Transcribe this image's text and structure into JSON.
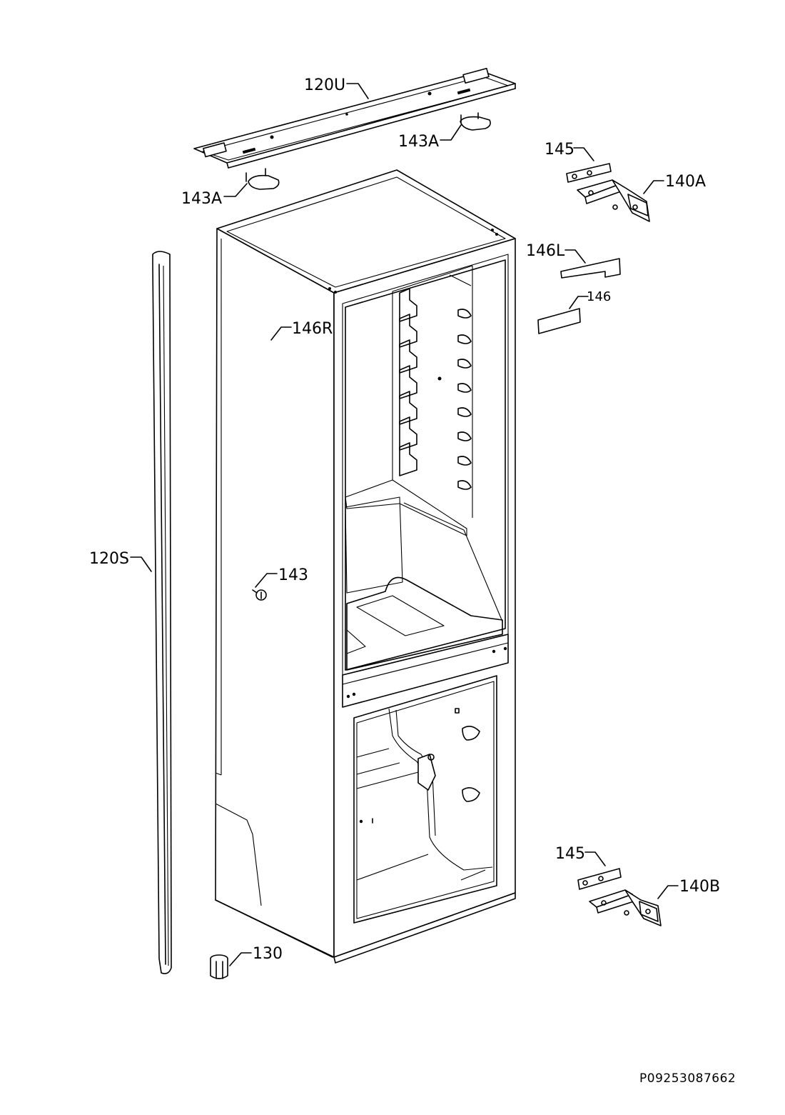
{
  "diagram": {
    "labels": {
      "top_rail": "120U",
      "top_cap_right": "143A",
      "top_cap_left": "143A",
      "hinge_plate_top": "145",
      "hinge_top": "140A",
      "cover_left": "146L",
      "cover": "146",
      "cover_right": "146R",
      "side_seal": "120S",
      "pin": "143",
      "foot": "130",
      "hinge_plate_bottom": "145",
      "hinge_bottom": "140B"
    },
    "document_id": "P09253087662"
  }
}
